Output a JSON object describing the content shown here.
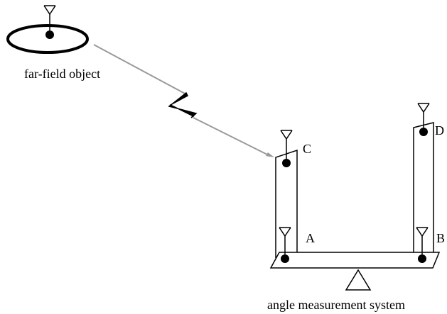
{
  "labels": {
    "far_field": "far-field object",
    "system": "angle measurement system",
    "A": "A",
    "B": "B",
    "C": "C",
    "D": "D"
  },
  "colors": {
    "ink": "#000000",
    "link_line": "#999999",
    "background": "#ffffff"
  },
  "icons": [
    "antenna-icon",
    "receiver-dot-icon",
    "lightning-signal-icon",
    "fulcrum-icon"
  ]
}
